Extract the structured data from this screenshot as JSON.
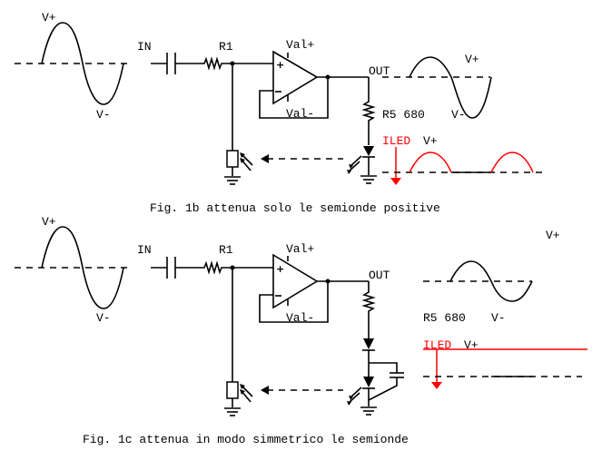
{
  "figures": [
    {
      "id": "1b",
      "caption": "Fig. 1b attenua solo le semionde positive",
      "labels": {
        "input_vpos": "V+",
        "input_vneg": "V-",
        "in": "IN",
        "r1": "R1",
        "val_pos": "Val+",
        "val_neg": "Val-",
        "out": "OUT",
        "r5": "R5 680",
        "out_vpos": "V+",
        "out_vneg": "V-",
        "iled": "ILED",
        "iled_vpos": "V+"
      },
      "iled_waveform": "half-wave rectified (positive half-cycles)"
    },
    {
      "id": "1c",
      "caption": "Fig. 1c attenua in modo simmetrico le semionde",
      "labels": {
        "input_vpos": "V+",
        "input_vneg": "V-",
        "in": "IN",
        "r1": "R1",
        "val_pos": "Val+",
        "val_neg": "Val-",
        "out": "OUT",
        "r5": "R5 680",
        "out_vpos": "V+",
        "out_vneg": "V-",
        "iled": "ILED",
        "iled_vpos": "V+"
      },
      "iled_waveform": "constant (symmetric attenuation)"
    }
  ],
  "colors": {
    "wire": "#000000",
    "iled": "#ff0000",
    "background": "#ffffff"
  }
}
